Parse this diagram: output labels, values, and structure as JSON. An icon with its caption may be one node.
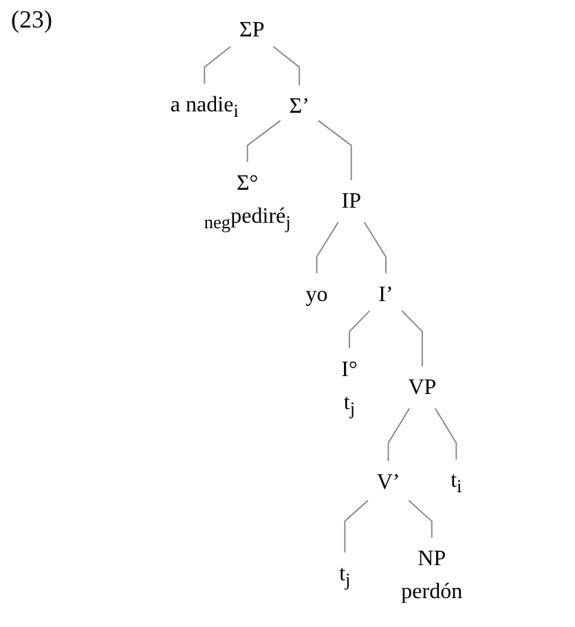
{
  "diagram": {
    "nodes": [
      {
        "text": [
          "ΣP"
        ]
      },
      {
        "text": [
          "a nadie$_{i}$"
        ]
      },
      {
        "text": [
          "Σ’"
        ]
      },
      {
        "text": [
          "Σ°",
          "$_{neg}$pediré$_{j}$"
        ]
      },
      {
        "text": [
          "IP"
        ]
      },
      {
        "text": [
          "yo"
        ]
      },
      {
        "text": [
          "I’"
        ]
      },
      {
        "text": [
          "I°",
          "t$_{j}$"
        ]
      },
      {
        "text": [
          "VP"
        ]
      },
      {
        "text": [
          "V’"
        ]
      },
      {
        "text": [
          "t$_{i}$"
        ]
      },
      {
        "text": [
          "t$_{j}$"
        ]
      },
      {
        "text": [
          "NP",
          "perdón"
        ]
      }
    ],
    "edges": [
      {
        "from": 0,
        "to": 1,
        "arrow": "none"
      },
      {
        "from": 0,
        "to": 2,
        "arrow": "none"
      },
      {
        "from": 2,
        "to": 3,
        "arrow": "none"
      },
      {
        "from": 2,
        "to": 4,
        "arrow": "none"
      },
      {
        "from": 4,
        "to": 5,
        "arrow": "none"
      },
      {
        "from": 4,
        "to": 6,
        "arrow": "none"
      },
      {
        "from": 6,
        "to": 7,
        "arrow": "none"
      },
      {
        "from": 6,
        "to": 8,
        "arrow": "none"
      },
      {
        "from": 8,
        "to": 9,
        "arrow": "none"
      },
      {
        "from": 8,
        "to": 10,
        "arrow": "none"
      },
      {
        "from": 9,
        "to": 11,
        "arrow": "none"
      },
      {
        "from": 9,
        "to": 12,
        "arrow": "none"
      }
    ],
    "labels": [
      "(23)"
    ]
  }
}
